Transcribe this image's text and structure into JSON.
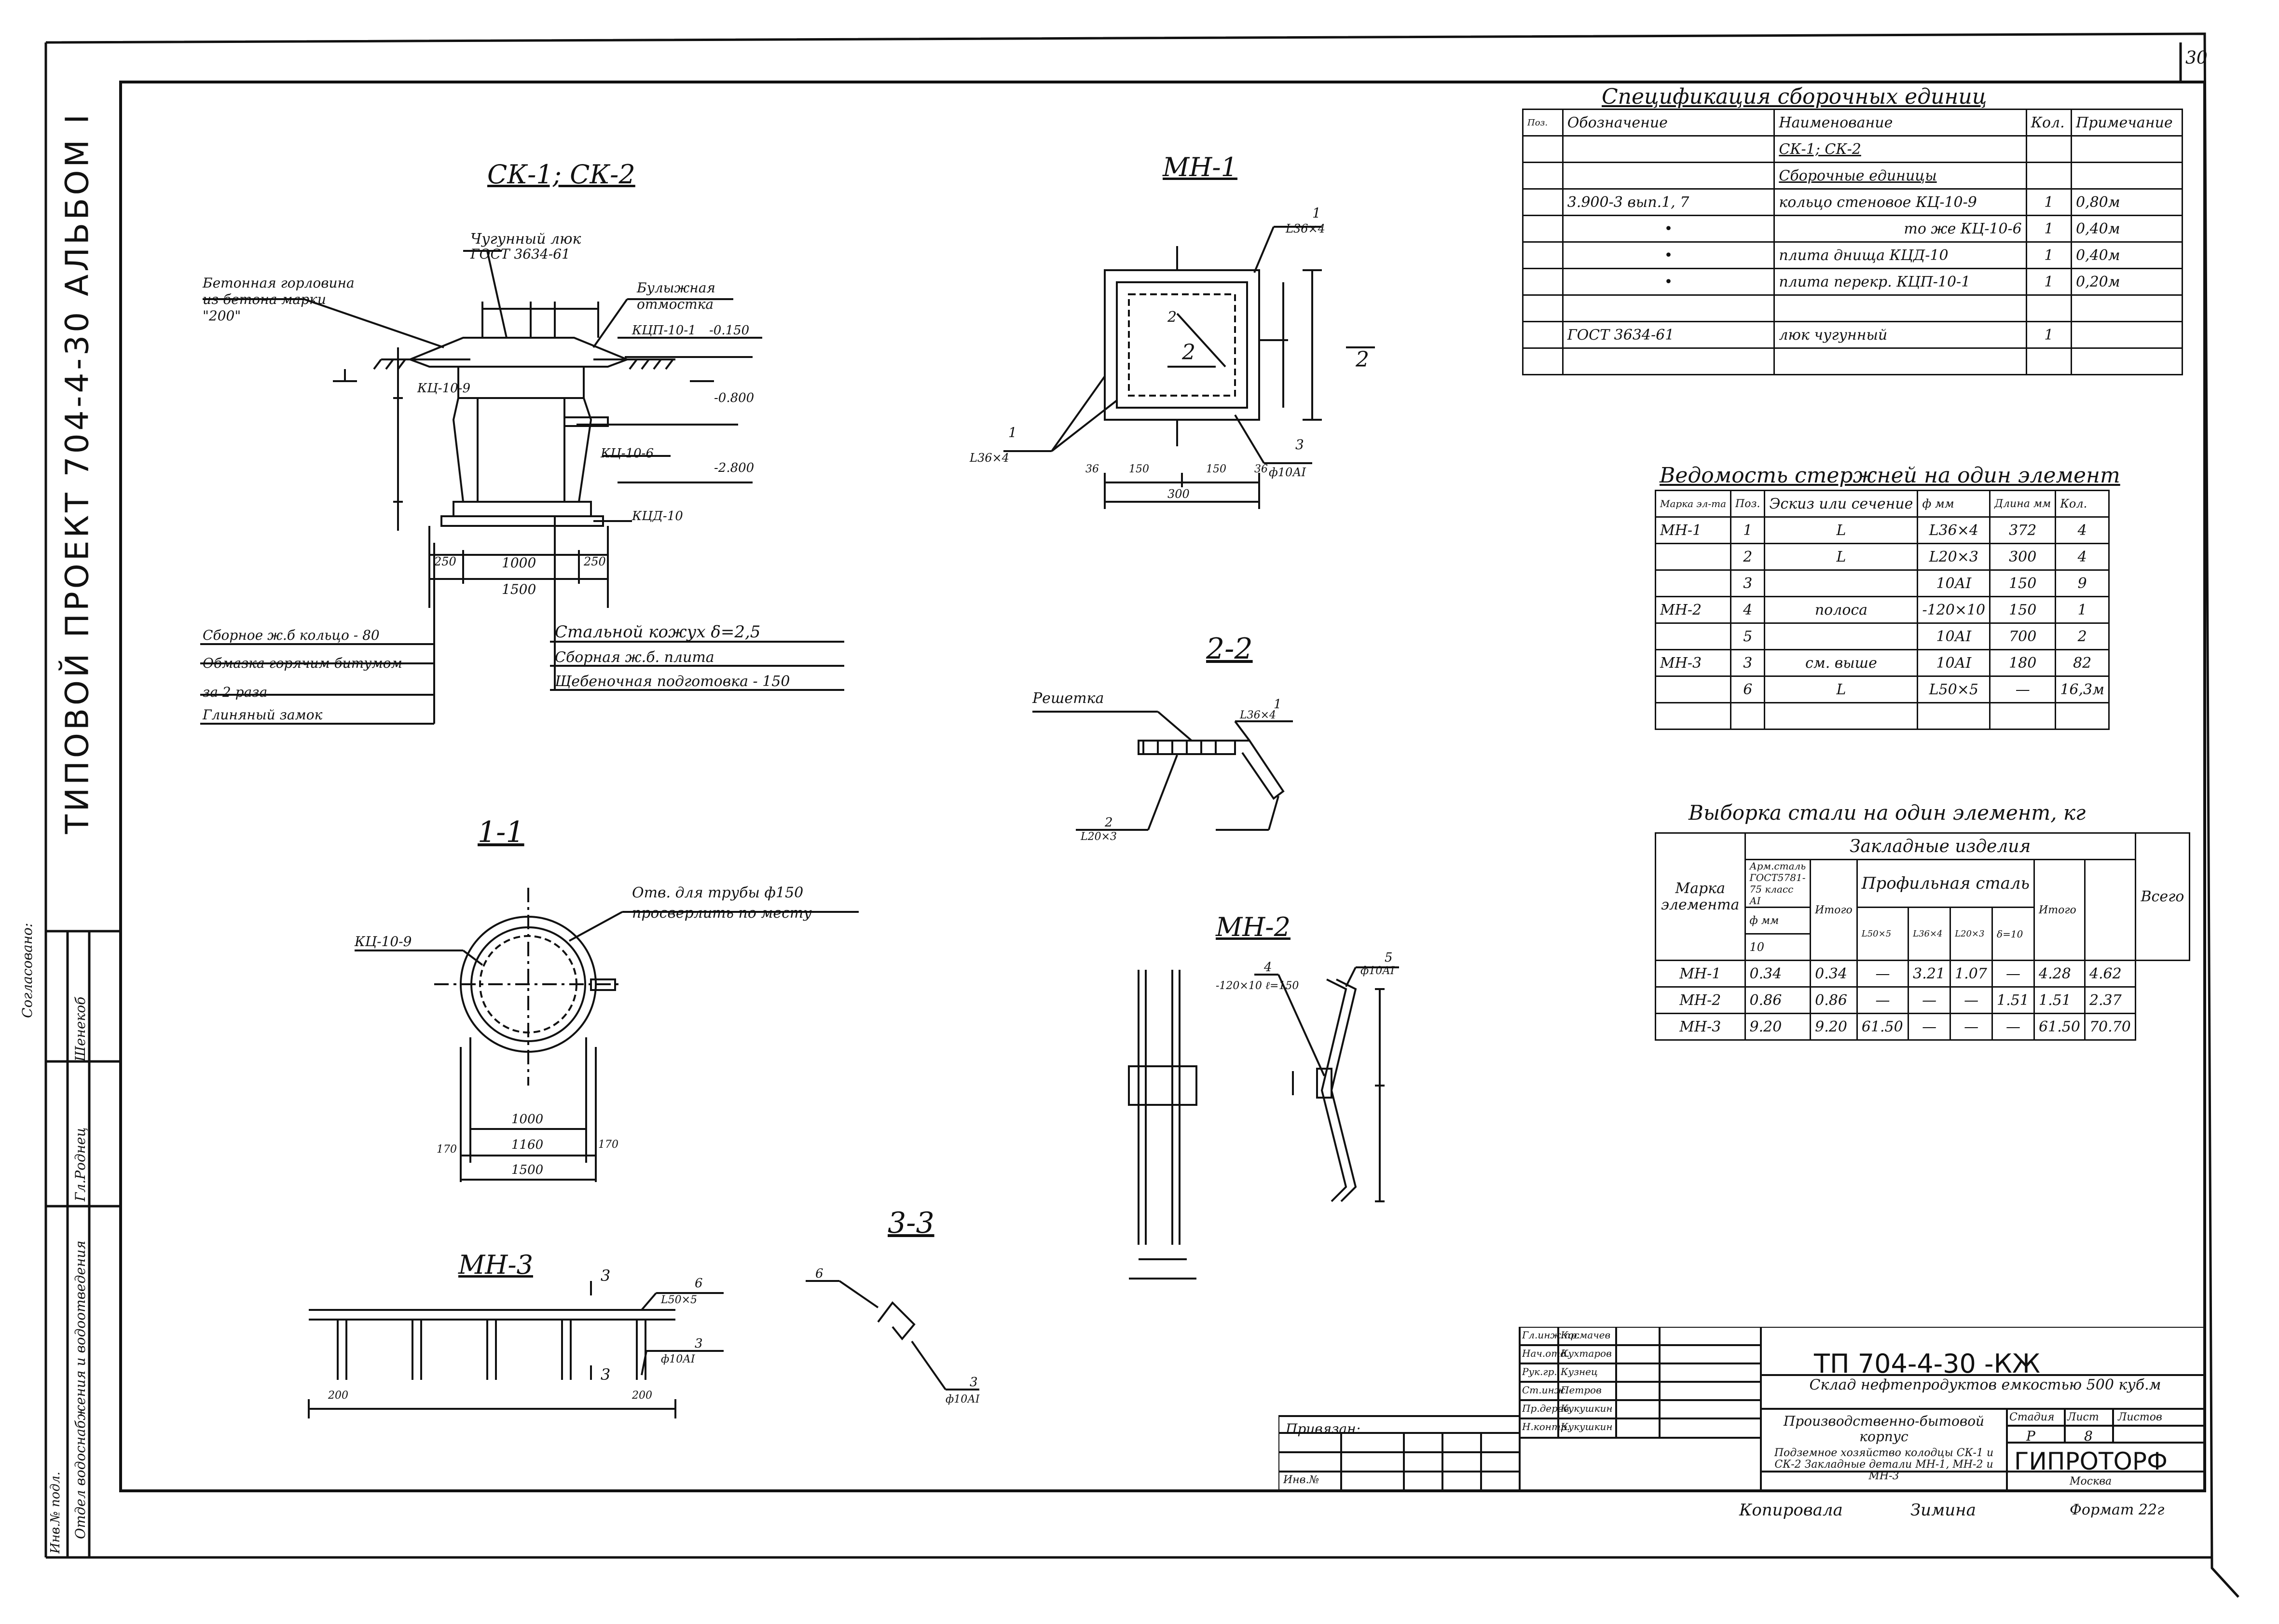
{
  "page_number": "30",
  "side_title": "ТИПОВОЙ   ПРОЕКТ   704-4-30   АЛЬБОМ I",
  "left_strip": {
    "agreed_label": "Согласовано:",
    "agreed_name": "Шенекоб",
    "dept1": "Гл.Роднец",
    "dept2": "Отдел водоснабжения и водоотведения",
    "inv_label": "Инв.№ подл."
  },
  "views": {
    "ck": {
      "title": "СК-1; СК-2"
    },
    "mh1": {
      "title": "МН-1"
    },
    "s11": {
      "title": "1-1"
    },
    "s22": {
      "title": "2-2"
    },
    "mh2": {
      "title": "МН-2"
    },
    "mh3": {
      "title": "МН-3"
    },
    "s33": {
      "title": "3-3"
    }
  },
  "ck_labels": {
    "hatch": "Чугунный люк",
    "gost": "ГОСТ 3634-61",
    "concrete_head": "Бетонная горловина из бетона марки \"200\"",
    "blind": "Булыжная отмостка",
    "kcp": "КЦП-10-1",
    "kc9": "КЦ-10-9",
    "kc6": "КЦ-10-6",
    "kcd": "КЦД-10",
    "lvl1": "-0.150",
    "lvl2": "-0.800",
    "lvl3": "-2.800",
    "d250a": "250",
    "d1000": "1000",
    "d250b": "250",
    "d1500": "1500",
    "n1": "Сборное ж.б кольцо - 80",
    "n2": "Обмазка горячим битумом за 2 раза",
    "n3": "Глиняный замок",
    "n4": "Стальной кожух δ=2,5",
    "n5": "Сборная ж.б. плита",
    "n6": "Щебеночная подготовка - 150"
  },
  "mh1_labels": {
    "l1": "1",
    "l1b": "L36×4",
    "l2": "2",
    "l3": "3",
    "l3b": "ф10АI",
    "d36a": "36",
    "d150a": "150",
    "d150b": "150",
    "d36b": "36",
    "d300": "300",
    "s2": "2"
  },
  "s11_labels": {
    "note": "Отв. для трубы ф150 просверлить по месту",
    "kc9": "КЦ-10-9",
    "d1000": "1000",
    "d1160": "1160",
    "d1500": "1500",
    "d170a": "170",
    "d170b": "170"
  },
  "s22_labels": {
    "grid": "Решетка",
    "l1": "1",
    "l1b": "L36×4",
    "l2": "2",
    "l2b": "L20×3"
  },
  "mh2_labels": {
    "l4": "4",
    "l4b": "-120×10 ℓ=150",
    "l5": "5",
    "l5b": "ф10АI"
  },
  "mh3_labels": {
    "l3": "3",
    "l6": "6",
    "l6b": "L50×5",
    "l3b": "ф10АI",
    "d200a": "200",
    "d200b": "200"
  },
  "s33_labels": {
    "l6": "6",
    "l3": "3",
    "l3b": "ф10АI"
  },
  "spec": {
    "title": "Спецификация сборочных единиц",
    "headers": [
      "Поз.",
      "Обозначение",
      "Наименование",
      "Кол.",
      "Примечание"
    ],
    "rows": [
      [
        "",
        "",
        "СК-1; СК-2",
        "",
        ""
      ],
      [
        "",
        "",
        "Сборочные единицы",
        "",
        ""
      ],
      [
        "",
        "3.900-3 вып.1, 7",
        "кольцо стеновое КЦ-10-9",
        "1",
        "0,80м"
      ],
      [
        "",
        "•",
        "то же КЦ-10-6",
        "1",
        "0,40м"
      ],
      [
        "",
        "•",
        "плита днища КЦД-10",
        "1",
        "0,40м"
      ],
      [
        "",
        "•",
        "плита перекр. КЦП-10-1",
        "1",
        "0,20м"
      ],
      [
        "",
        "",
        "",
        "",
        ""
      ],
      [
        "",
        "ГОСТ 3634-61",
        "люк чугунный",
        "1",
        ""
      ],
      [
        "",
        "",
        "",
        "",
        ""
      ]
    ]
  },
  "rods": {
    "title": "Ведомость стержней на один элемент",
    "headers": [
      "Марка эл-та",
      "Поз.",
      "Эскиз или сечение",
      "ф мм",
      "Длина мм",
      "Кол."
    ],
    "rows": [
      [
        "МН-1",
        "1",
        "L",
        "L36×4",
        "372",
        "4"
      ],
      [
        "",
        "2",
        "L",
        "L20×3",
        "300",
        "4"
      ],
      [
        "",
        "3",
        "",
        "10АI",
        "150",
        "9"
      ],
      [
        "МН-2",
        "4",
        "полоса",
        "-120×10",
        "150",
        "1"
      ],
      [
        "",
        "5",
        "",
        "10АI",
        "700",
        "2"
      ],
      [
        "МН-3",
        "3",
        "см. выше",
        "10АI",
        "180",
        "82"
      ],
      [
        "",
        "6",
        "L",
        "L50×5",
        "—",
        "16,3м"
      ],
      [
        "",
        "",
        "",
        "",
        "",
        ""
      ]
    ]
  },
  "steel": {
    "title": "Выборка стали на один элемент, кг",
    "h_embedded": "Закладные изделия",
    "h_mark": "Марка элемента",
    "h_rebar": "Арм.сталь ГОСТ5781-75 класс АI",
    "h_fmm": "ф мм",
    "h_10": "10",
    "h_total1": "Итого",
    "h_profile": "Профильная сталь",
    "h_p1": "L50×5",
    "h_p2": "L36×4",
    "h_p3": "L20×3",
    "h_p4": "δ=10",
    "h_total2": "Итого",
    "h_all": "Всего",
    "rows": [
      [
        "МН-1",
        "0.34",
        "0.34",
        "—",
        "3.21",
        "1.07",
        "—",
        "4.28",
        "4.62"
      ],
      [
        "МН-2",
        "0.86",
        "0.86",
        "—",
        "—",
        "—",
        "1.51",
        "1.51",
        "2.37"
      ],
      [
        "МН-3",
        "9.20",
        "9.20",
        "61.50",
        "—",
        "—",
        "—",
        "61.50",
        "70.70"
      ]
    ]
  },
  "title_block": {
    "code": "ТП  704-4-30 -КЖ",
    "object": "Склад нефтепродуктов емкостью 500 куб.м",
    "building": "Производственно-бытовой корпус",
    "sheet_name": "Подземное хозяйство колодцы СК-1 и СК-2 Закладные детали МН-1, МН-2 и МН-3",
    "stage_h": "Стадия",
    "sheet_h": "Лист",
    "sheets_h": "Листов",
    "stage": "Р",
    "sheet": "8",
    "org": "ГИПРОТОРФ",
    "city": "Москва",
    "bind": "Привязан:",
    "inv": "Инв.№",
    "people": [
      [
        "Гл.инж.пр.",
        "Космачев"
      ],
      [
        "Нач.отд.",
        "Кухтаров"
      ],
      [
        "Рук.гр.",
        "Кузнец"
      ],
      [
        "Ст.инж.",
        "Петров"
      ],
      [
        "Пр.дерев.",
        "Кукушкин"
      ],
      [
        "Н.контр.",
        "Кукушкин"
      ]
    ]
  },
  "bottom": {
    "copied": "Копировала",
    "name": "Зимина",
    "format": "Формат 22г"
  }
}
